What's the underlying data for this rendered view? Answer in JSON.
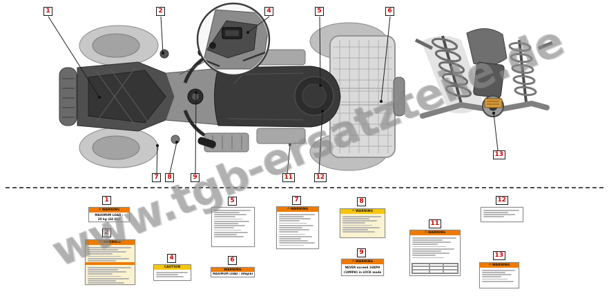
{
  "watermark": "www.tgb-ersatzteile.de",
  "colors": {
    "callout_number": "#cc0000",
    "warning_orange": "#ee7b00",
    "caution_yellow": "#f4c70f"
  },
  "icons": {
    "warning_triangle": "⚠"
  },
  "callouts": {
    "c1": "1",
    "c2": "2",
    "c4": "4",
    "c5": "5",
    "c6": "6",
    "c7": "7",
    "c8": "8",
    "c9": "9",
    "c11": "11",
    "c12": "12",
    "c13": "13"
  },
  "decals": {
    "d1": {
      "header": "WARNING",
      "line1": "MAXIMUM LOAD :",
      "line2": "20 kg (44 lbs)"
    },
    "d2": {
      "header": "WARNING"
    },
    "d4": {
      "header": "CAUTION"
    },
    "d6": {
      "header": "WARNING",
      "line1": "MAXIMUM LOAD : 30kg(66lbs)"
    },
    "d7": {
      "header": "WARNING"
    },
    "d8": {
      "header": "WARNING"
    },
    "d9": {
      "header": "WARNING",
      "line1": "NEVER exceed 16KPH",
      "line2": "(10MPH) in LOCK mode"
    },
    "d11": {
      "header": "WARNING"
    },
    "d13": {
      "header": "WARNING"
    }
  }
}
